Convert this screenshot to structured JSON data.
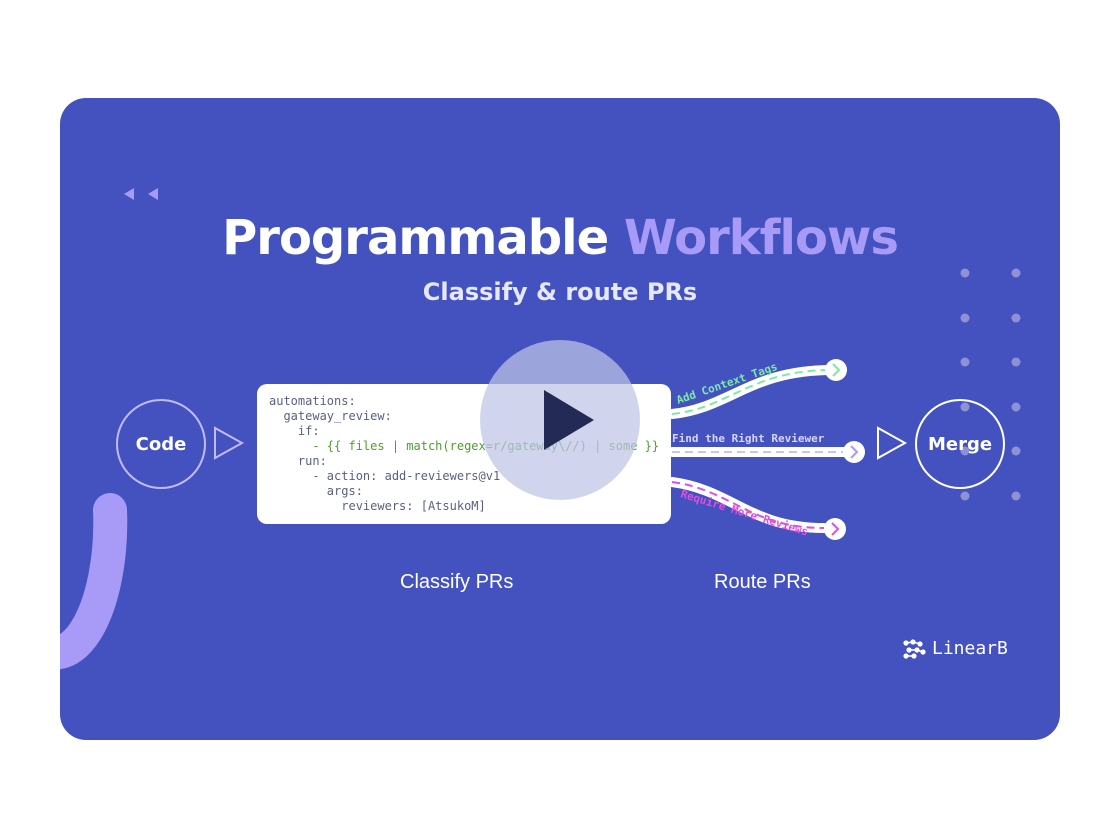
{
  "title": {
    "main": "Programmable",
    "accent": "Workflows"
  },
  "subtitle": "Classify & route PRs",
  "nodes": {
    "start": "Code",
    "end": "Merge"
  },
  "code_lines": [
    "automations:",
    "  gateway_review:",
    "    if:",
    "      - {{ files | match(regex=r/gateway\\//) | some }}",
    "    run:",
    "      - action: add-reviewers@v1",
    "        args:",
    "          reviewers: [AtsukoM]"
  ],
  "routes": [
    {
      "label": "Add Context Tags",
      "color": "#7ee8a8"
    },
    {
      "label": "Find the Right Reviewer",
      "color": "#c9c3f7"
    },
    {
      "label": "Require More Reviews",
      "color": "#e04fe0"
    }
  ],
  "captions": {
    "classify": "Classify PRs",
    "route": "Route PRs"
  },
  "logo": {
    "text": "LinearB"
  },
  "play_button": {
    "icon": "play-icon"
  },
  "colors": {
    "background": "#4452c0",
    "accent": "#a89af7",
    "arc": "#a89af7"
  }
}
